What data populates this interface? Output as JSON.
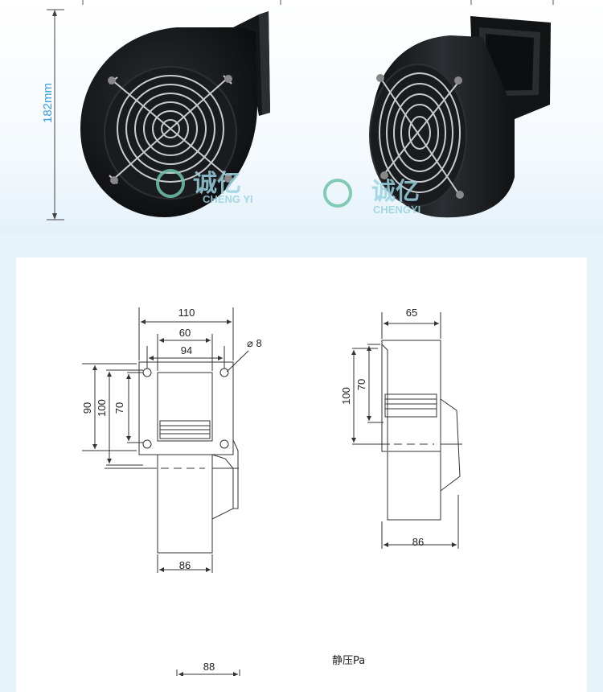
{
  "hero": {
    "height_label": "182mm",
    "watermark_cn": "诚亿",
    "watermark_en_left": "CHENG YI",
    "watermark_en_right": "CHENGYI",
    "accent_color": "#3aa0dc",
    "watermark_color": "#9ad2e0"
  },
  "drawing": {
    "front": {
      "width_110": "110",
      "width_60": "60",
      "width_94": "94",
      "hole": "⌀ 8",
      "h_90": "90",
      "h_100": "100",
      "h_70": "70",
      "bottom_86": "86"
    },
    "side": {
      "top_65": "65",
      "h_100": "100",
      "h_70": "70",
      "bottom_86": "86"
    },
    "bottom": {
      "w_88": "88",
      "static_pressure_label": "静压Pa"
    }
  }
}
